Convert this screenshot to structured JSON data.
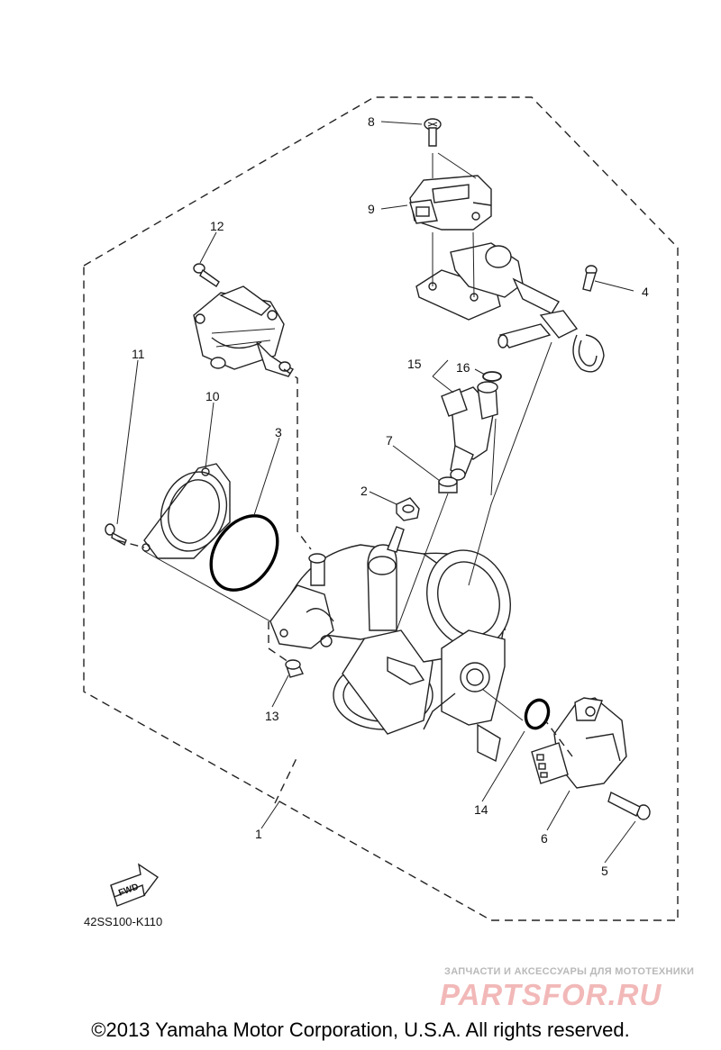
{
  "diagram": {
    "drawing_code": "42SS100-K110",
    "fwd_label": "FWD",
    "part_numbers": [
      "1",
      "2",
      "3",
      "4",
      "5",
      "6",
      "7",
      "8",
      "9",
      "10",
      "11",
      "12",
      "13",
      "14",
      "15",
      "16"
    ]
  },
  "watermark": {
    "line1": "ЗАПЧАСТИ И АКСЕССУАРЫ ДЛЯ МОТОТЕХНИКИ",
    "logo": "PARTSFOR.RU"
  },
  "copyright": "©2013 Yamaha Motor Corporation, U.S.A. All rights reserved."
}
